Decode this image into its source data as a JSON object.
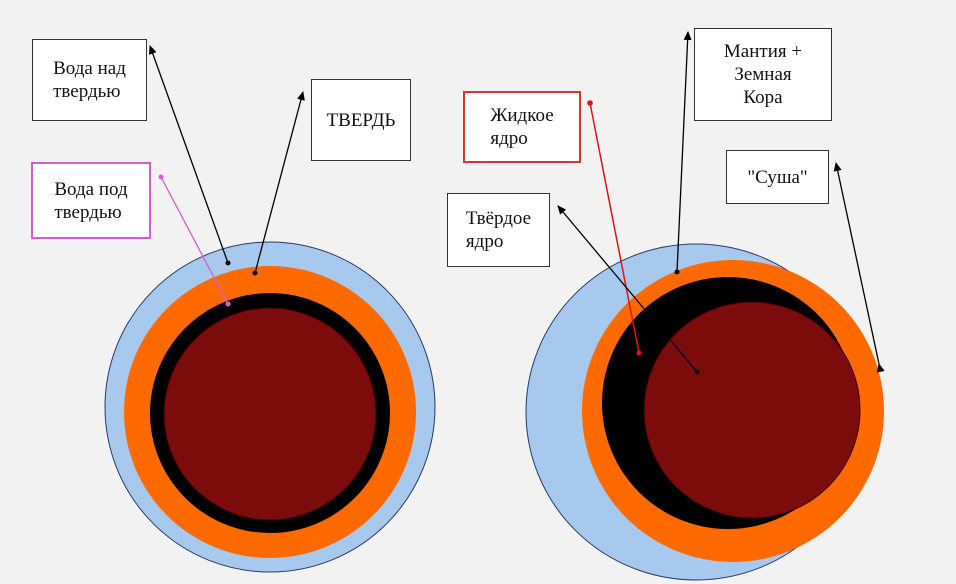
{
  "colors": {
    "water": "#a7c9ee",
    "firmament": "#ff6a00",
    "black_layer": "#000000",
    "core": "#7c0b0b",
    "outline": "#2b3a66",
    "arrow": "#000000",
    "arrow_red": "#e01414",
    "arrow_magenta": "#d65cd6"
  },
  "left_diagram": {
    "labels": {
      "water_above": "Вода над\nтвердью",
      "firmament": "ТВЕРДЬ",
      "water_below": "Вода под\nтвердью"
    }
  },
  "right_diagram": {
    "labels": {
      "liquid_core": "Жидкое\nядро",
      "mantle_crust": "Мантия +\nЗемная\nКора",
      "land": "\"Суша\"",
      "solid_core": "Твёрдое\nядро"
    }
  }
}
